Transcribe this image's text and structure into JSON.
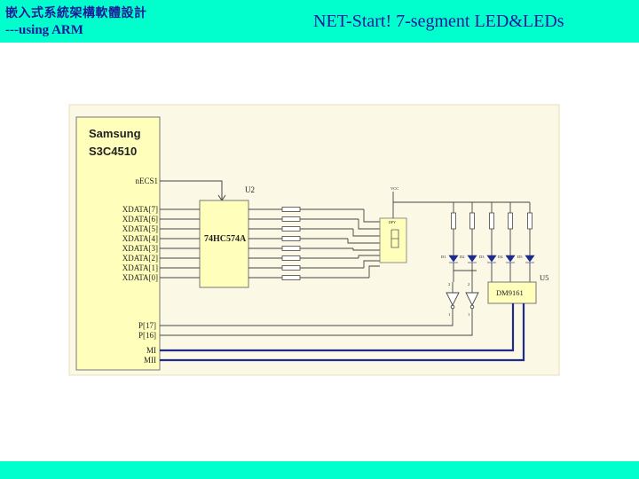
{
  "header": {
    "title_line1": "嵌入式系統架構軟體設計",
    "title_line2": "---using ARM",
    "slide_title": "NET-Start! 7-segment LED&LEDs"
  },
  "colors": {
    "band": "#00FFCC",
    "title": "#1a1a99",
    "panel": "#FBF8E6",
    "chip": "#FFFFBB",
    "bus": "#1E2A8C"
  },
  "diagram": {
    "cpu": {
      "name_line1": "Samsung",
      "name_line2": "S3C4510",
      "pins": [
        "nECS1",
        "XDATA[7]",
        "XDATA[6]",
        "XDATA[5]",
        "XDATA[4]",
        "XDATA[3]",
        "XDATA[2]",
        "XDATA[1]",
        "XDATA[0]",
        "P[17]",
        "P[16]",
        "MI",
        "MII"
      ]
    },
    "latch": {
      "ref": "U2",
      "part": "74HC574A"
    },
    "driver": {
      "ref": "U5",
      "part": "DM9161"
    },
    "vcc_label": "VCC",
    "seven_seg_label": "DPY",
    "led_labels": [
      "D1",
      "D2",
      "D3",
      "D4",
      "D5"
    ],
    "inverter_pins": [
      "2",
      "1",
      "2",
      "1"
    ]
  }
}
